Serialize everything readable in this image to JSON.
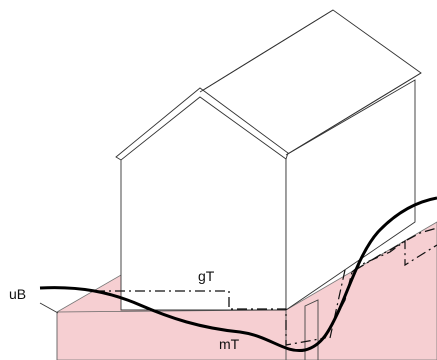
{
  "labels": {
    "uB": "uB",
    "gT": "gT",
    "mT": "mT"
  },
  "colors": {
    "ground_fill": "#f6cfd2",
    "line": "#111111",
    "background": "#ffffff"
  }
}
